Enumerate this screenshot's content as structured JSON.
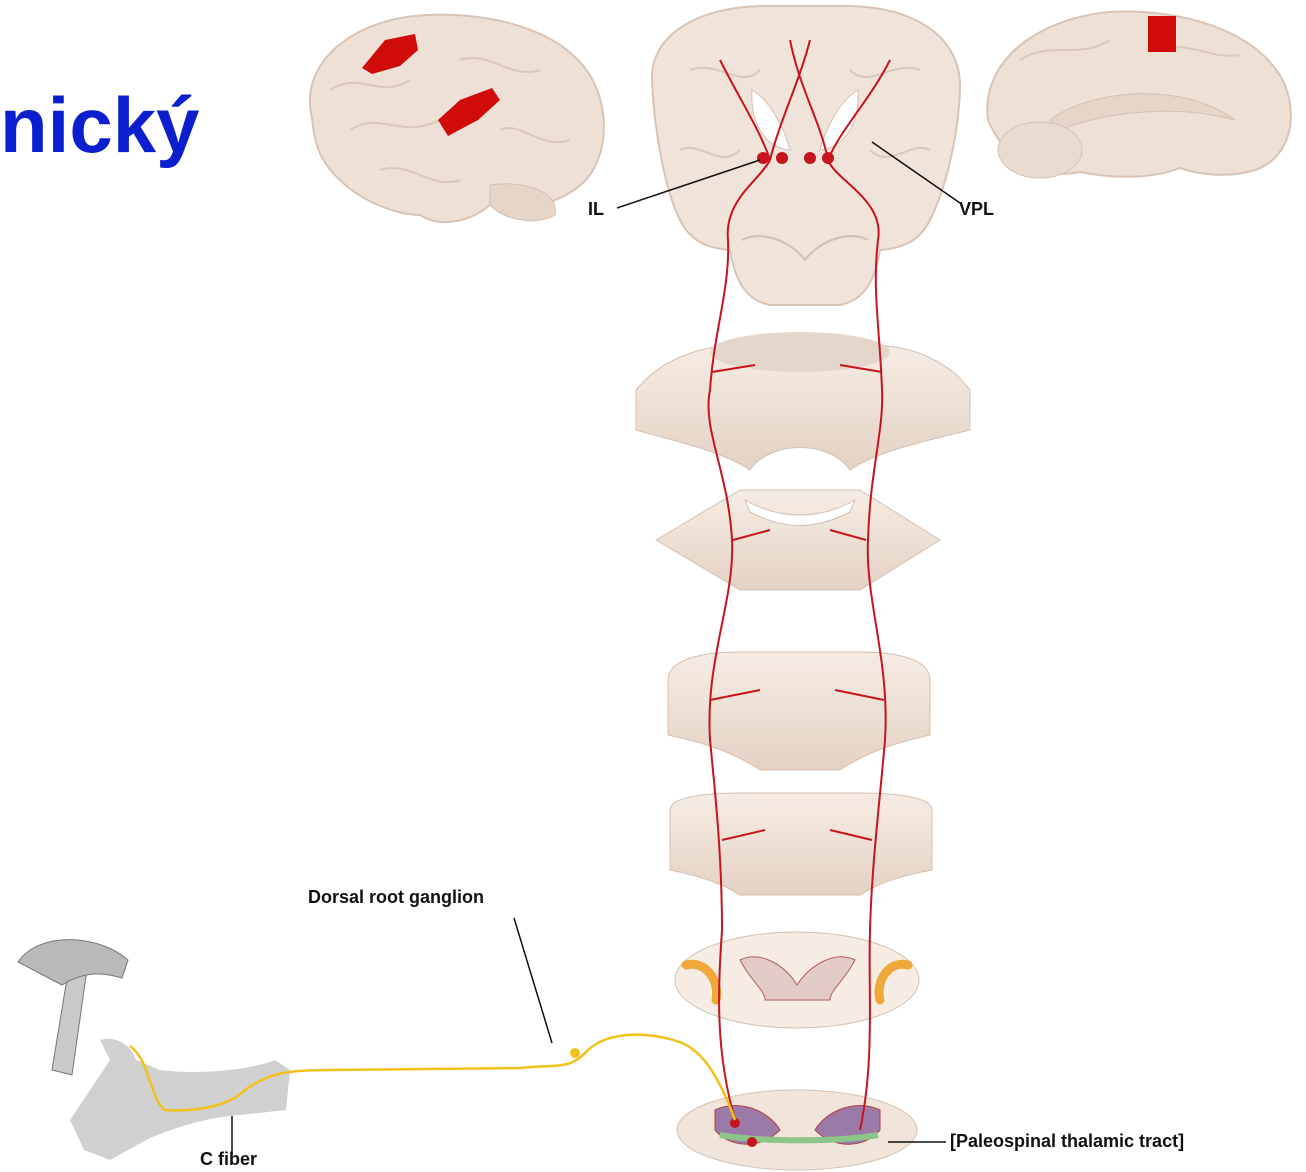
{
  "title_fragment": "nický",
  "labels": {
    "il": "IL",
    "vpl": "VPL",
    "dorsal_root_ganglion": "Dorsal root ganglion",
    "c_fiber": "C fiber",
    "paleospinal_tract": "[Paleospinal thalamic tract]"
  },
  "colors": {
    "title": "#0b1fcf",
    "pathway": "#c8141e",
    "cortex_highlight": "#d10a0a",
    "tissue": "#f2e6dd",
    "tissue_shadow": "#d9c7ba",
    "c_fiber": "#f2c21b",
    "hand": "#cfcfcf"
  },
  "icons": {
    "hammer": "hammer-icon",
    "hand": "hand-icon"
  }
}
